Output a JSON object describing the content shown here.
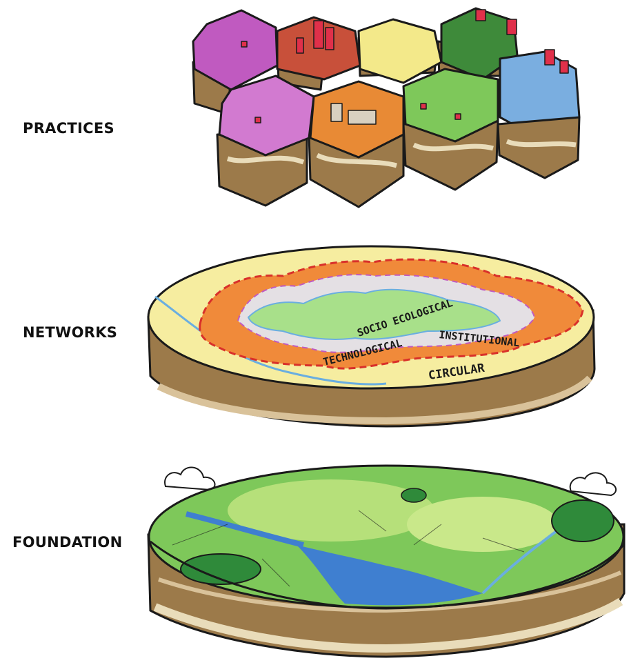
{
  "layers": {
    "practices": "PRACTICES",
    "networks": "NETWORKS",
    "foundation": "FOUNDATION"
  },
  "network_labels": {
    "socio_ecological": "SOCIO ECOLOGICAL",
    "institutional": "INSTITUTIONAL",
    "technological": "TECHNOLOGICAL",
    "circular": "CIRCULAR"
  },
  "colors": {
    "soil": "#9c7a4a",
    "soil_light": "#d9c29a",
    "sand": "#f6eda0",
    "orange_ring": "#f08a3a",
    "red_dash": "#d9302a",
    "grey_ring": "#e4e0e4",
    "green_core": "#a8e08a",
    "river": "#6aaee0",
    "water": "#3f7fd0",
    "forest": "#2f8a3a",
    "meadow": "#7ec85a",
    "magenta": "#c05ac0",
    "building_red": "#e0304a"
  }
}
